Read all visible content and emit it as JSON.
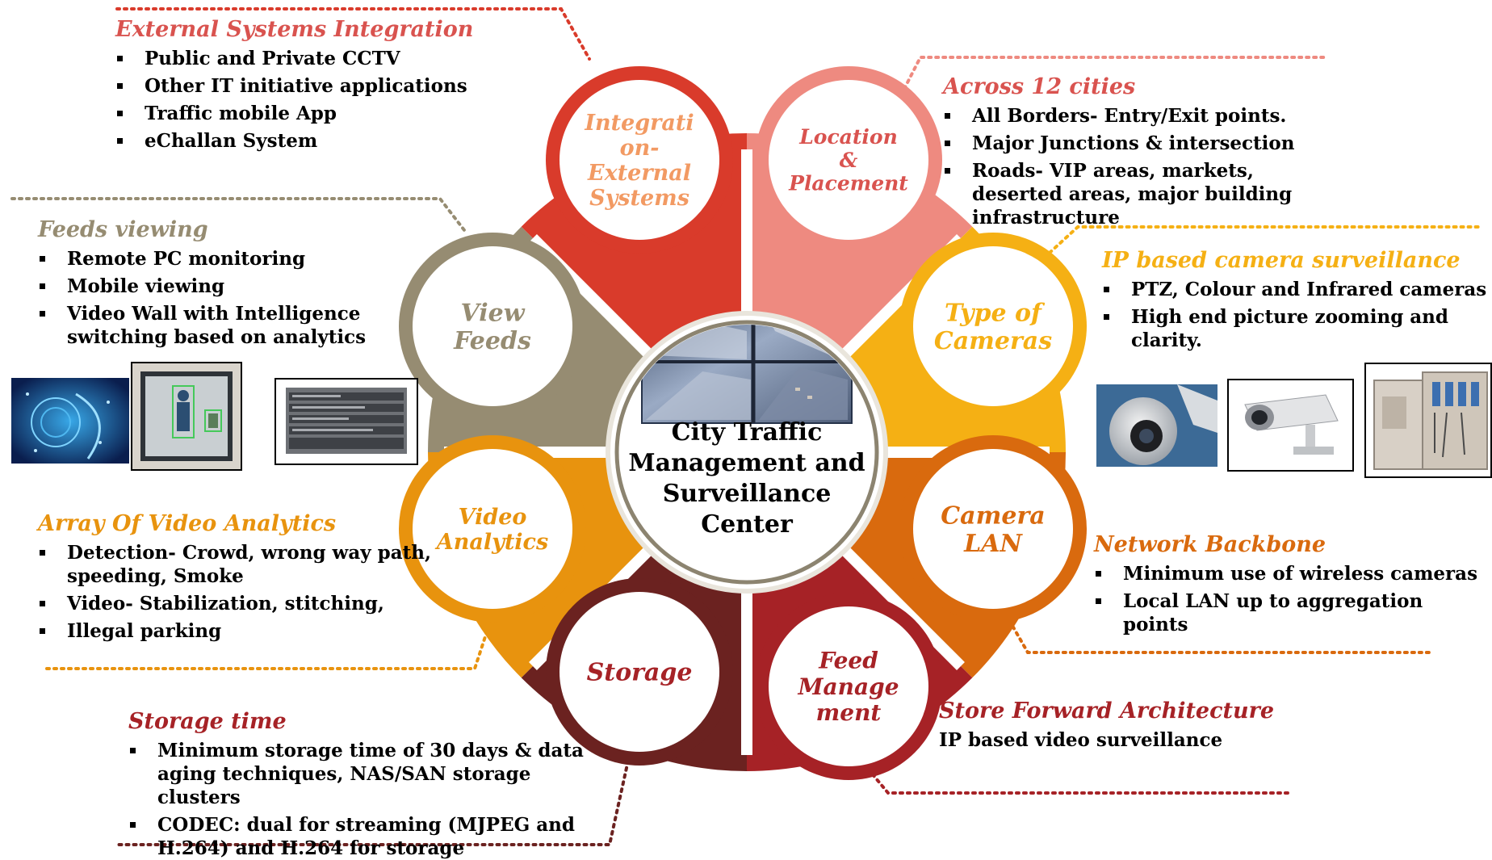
{
  "colors": {
    "integration": "#D93B2B",
    "location": "#EE8A80",
    "cameras": "#F5B014",
    "camera_lan": "#D96A0E",
    "feed_management": "#A62226",
    "storage": "#6B2220",
    "video_analytics": "#E8930E",
    "view_feeds": "#968C72",
    "hub_ring": "#8C8470"
  },
  "center": {
    "title_lines": [
      "City Traffic",
      "Management and",
      "Surveillance",
      "Center"
    ]
  },
  "segments": [
    {
      "key": "integration",
      "label_lines": [
        "Integrati",
        "on-",
        "External",
        "Systems"
      ],
      "label_color": "#F29A63"
    },
    {
      "key": "location",
      "label_lines": [
        "Location",
        "&",
        "Placement"
      ],
      "label_color": "#D9534F"
    },
    {
      "key": "cameras",
      "label_lines": [
        "Type of",
        "Cameras"
      ],
      "label_color": "#F5B014"
    },
    {
      "key": "camera_lan",
      "label_lines": [
        "Camera",
        "LAN"
      ],
      "label_color": "#D96A0E"
    },
    {
      "key": "feed_management",
      "label_lines": [
        "Feed",
        "Manage",
        "ment"
      ],
      "label_color": "#A62226"
    },
    {
      "key": "storage",
      "label_lines": [
        "Storage"
      ],
      "label_color": "#A62226"
    },
    {
      "key": "video_analytics",
      "label_lines": [
        "Video",
        "Analytics"
      ],
      "label_color": "#E8930E"
    },
    {
      "key": "view_feeds",
      "label_lines": [
        "View",
        "Feeds"
      ],
      "label_color": "#968C72"
    }
  ],
  "panels": {
    "external": {
      "heading": "External Systems  Integration",
      "heading_color": "#D9534F",
      "items": [
        "Public and Private CCTV",
        "Other IT initiative applications",
        "Traffic mobile App",
        "eChallan System"
      ]
    },
    "across": {
      "heading": "Across 12 cities",
      "heading_color": "#D9534F",
      "items": [
        "All Borders- Entry/Exit points.",
        "Major Junctions & intersection",
        "Roads- VIP areas, markets, deserted areas, major building infrastructure"
      ]
    },
    "ip_camera": {
      "heading": "IP based camera surveillance",
      "heading_color": "#F5B014",
      "items": [
        "PTZ, Colour and Infrared cameras",
        "High end picture zooming and clarity."
      ]
    },
    "feeds_viewing": {
      "heading": "Feeds viewing",
      "heading_color": "#968C72",
      "items": [
        "Remote PC monitoring",
        " Mobile viewing",
        "Video Wall with Intelligence switching based on analytics"
      ]
    },
    "analytics": {
      "heading": "Array Of Video Analytics",
      "heading_color": "#E8930E",
      "items": [
        "Detection- Crowd, wrong way path, speeding, Smoke",
        "Video- Stabilization, stitching,",
        "Illegal parking"
      ]
    },
    "network": {
      "heading": "Network Backbone",
      "heading_color": "#D96A0E",
      "items": [
        "Minimum use of wireless cameras",
        "Local LAN up to aggregation points"
      ]
    },
    "store_forward": {
      "heading": "Store Forward Architecture",
      "heading_color": "#A62226",
      "text": "IP based video surveillance"
    },
    "storage_time": {
      "heading": "Storage time",
      "heading_color": "#A62226",
      "items": [
        "Minimum storage time of 30 days & data aging techniques, NAS/SAN storage clusters",
        "CODEC: dual for streaming (MJPEG and H.264) and H.264 for storage"
      ]
    }
  },
  "images": {
    "left": [
      "digital-network-image",
      "video-wall-person-image",
      "server-rack-image"
    ],
    "right": [
      "dome-camera-image",
      "bullet-camera-image",
      "network-switch-box-image"
    ],
    "center": "traffic-monitor-screens-image"
  }
}
